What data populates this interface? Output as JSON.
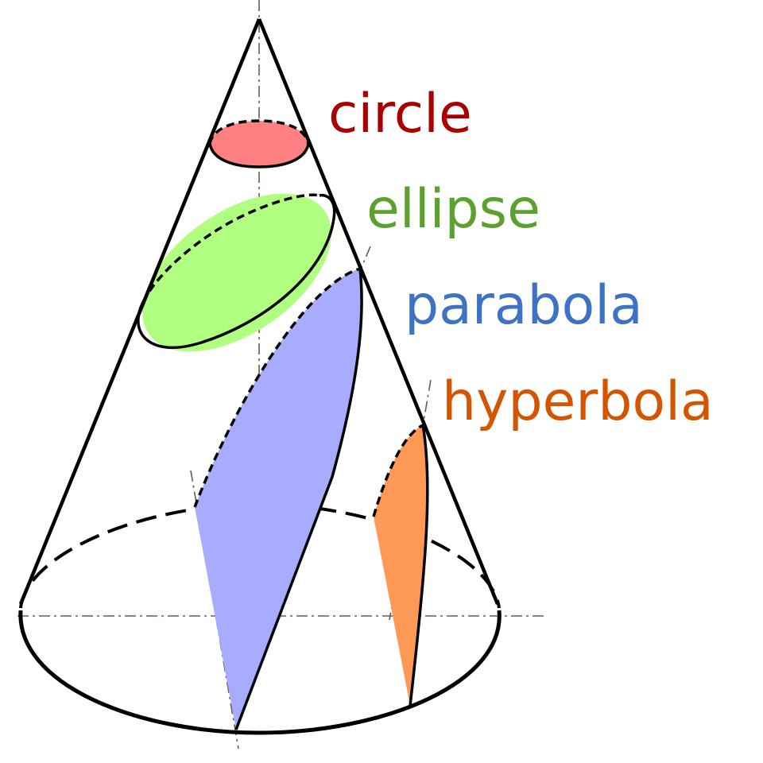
{
  "labels": {
    "circle": "circle",
    "ellipse": "ellipse",
    "parabola": "parabola",
    "hyperbola": "hyperbola"
  },
  "colors": {
    "circle_label": "#aa0000",
    "circle_fill": "#ff8080",
    "ellipse_label": "#5ca12e",
    "ellipse_fill": "#b0ff80",
    "parabola_label": "#3d72c4",
    "parabola_fill": "#a8acff",
    "hyperbola_label": "#d45500",
    "hyperbola_fill": "#ff9955",
    "axis": "#6b5a52",
    "outline": "#000000"
  }
}
